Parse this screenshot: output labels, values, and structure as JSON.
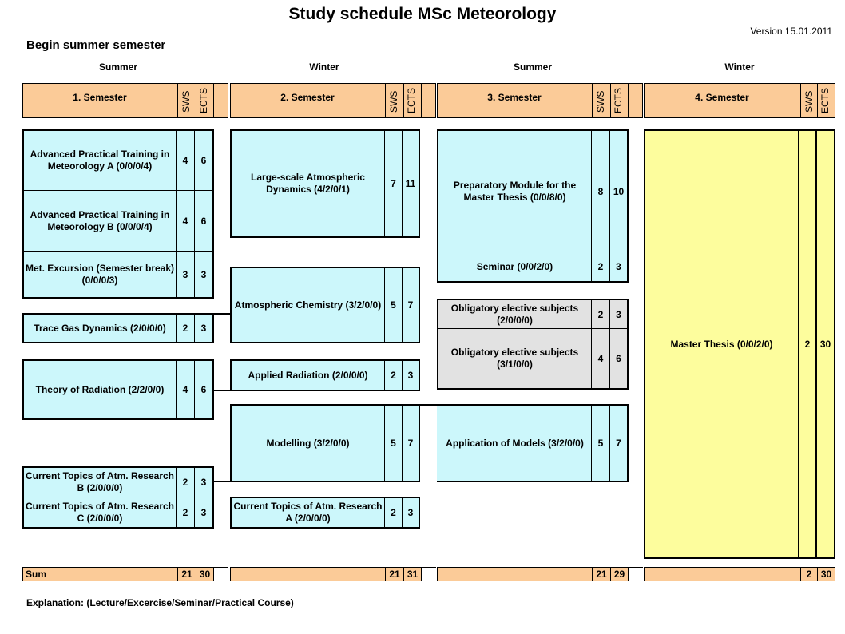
{
  "title": "Study schedule MSc Meteorology",
  "version": "Version 15.01.2011",
  "begin": "Begin summer semester",
  "seasons": [
    "Summer",
    "Winter",
    "Summer",
    "Winter"
  ],
  "semesters": [
    "1. Semester",
    "2. Semester",
    "3. Semester",
    "4. Semester"
  ],
  "col_sws": "SWS",
  "col_ects": "ECTS",
  "courses": {
    "apt_a": {
      "name": "Advanced Practical Training in Meteorology A (0/0/0/4)",
      "sws": "4",
      "ects": "6"
    },
    "apt_b": {
      "name": "Advanced Practical Training in Meteorology B (0/0/0/4)",
      "sws": "4",
      "ects": "6"
    },
    "excursion": {
      "name": "Met. Excursion (Semester break) (0/0/0/3)",
      "sws": "3",
      "ects": "3"
    },
    "trace_gas": {
      "name": "Trace Gas Dynamics (2/0/0/0)",
      "sws": "2",
      "ects": "3"
    },
    "radiation": {
      "name": "Theory of Radiation (2/2/0/0)",
      "sws": "4",
      "ects": "6"
    },
    "ctar_b": {
      "name": "Current Topics of Atm. Research B (2/0/0/0)",
      "sws": "2",
      "ects": "3"
    },
    "ctar_c": {
      "name": "Current Topics of Atm. Research C (2/0/0/0)",
      "sws": "2",
      "ects": "3"
    },
    "large_scale": {
      "name": "Large-scale Atmospheric Dynamics (4/2/0/1)",
      "sws": "7",
      "ects": "11"
    },
    "chemistry": {
      "name": "Atmospheric Chemistry (3/2/0/0)",
      "sws": "5",
      "ects": "7"
    },
    "applied_rad": {
      "name": "Applied Radiation (2/0/0/0)",
      "sws": "2",
      "ects": "3"
    },
    "modelling": {
      "name": "Modelling (3/2/0/0)",
      "sws": "5",
      "ects": "7"
    },
    "ctar_a": {
      "name": "Current Topics of Atm. Research A (2/0/0/0)",
      "sws": "2",
      "ects": "3"
    },
    "prep_module": {
      "name": "Preparatory Module for the Master Thesis (0/0/8/0)",
      "sws": "8",
      "ects": "10"
    },
    "seminar": {
      "name": "Seminar (0/0/2/0)",
      "sws": "2",
      "ects": "3"
    },
    "elective_1": {
      "name": "Obligatory elective subjects (2/0/0/0)",
      "sws": "2",
      "ects": "3"
    },
    "elective_2": {
      "name": "Obligatory elective subjects (3/1/0/0)",
      "sws": "4",
      "ects": "6"
    },
    "app_models": {
      "name": "Application of Models (3/2/0/0)",
      "sws": "5",
      "ects": "7"
    },
    "thesis": {
      "name": "Master Thesis (0/0/2/0)",
      "sws": "2",
      "ects": "30"
    }
  },
  "sum_label": "Sum",
  "sums": [
    {
      "sws": "21",
      "ects": "30"
    },
    {
      "sws": "21",
      "ects": "31"
    },
    {
      "sws": "21",
      "ects": "29"
    },
    {
      "sws": "2",
      "ects": "30"
    }
  ],
  "explanation": "Explanation: (Lecture/Excercise/Seminar/Practical Course)",
  "colors": {
    "header": "#fbcb98",
    "course": "#ccf7fb",
    "elective": "#e2e2e2",
    "thesis": "#fdfd9d"
  }
}
